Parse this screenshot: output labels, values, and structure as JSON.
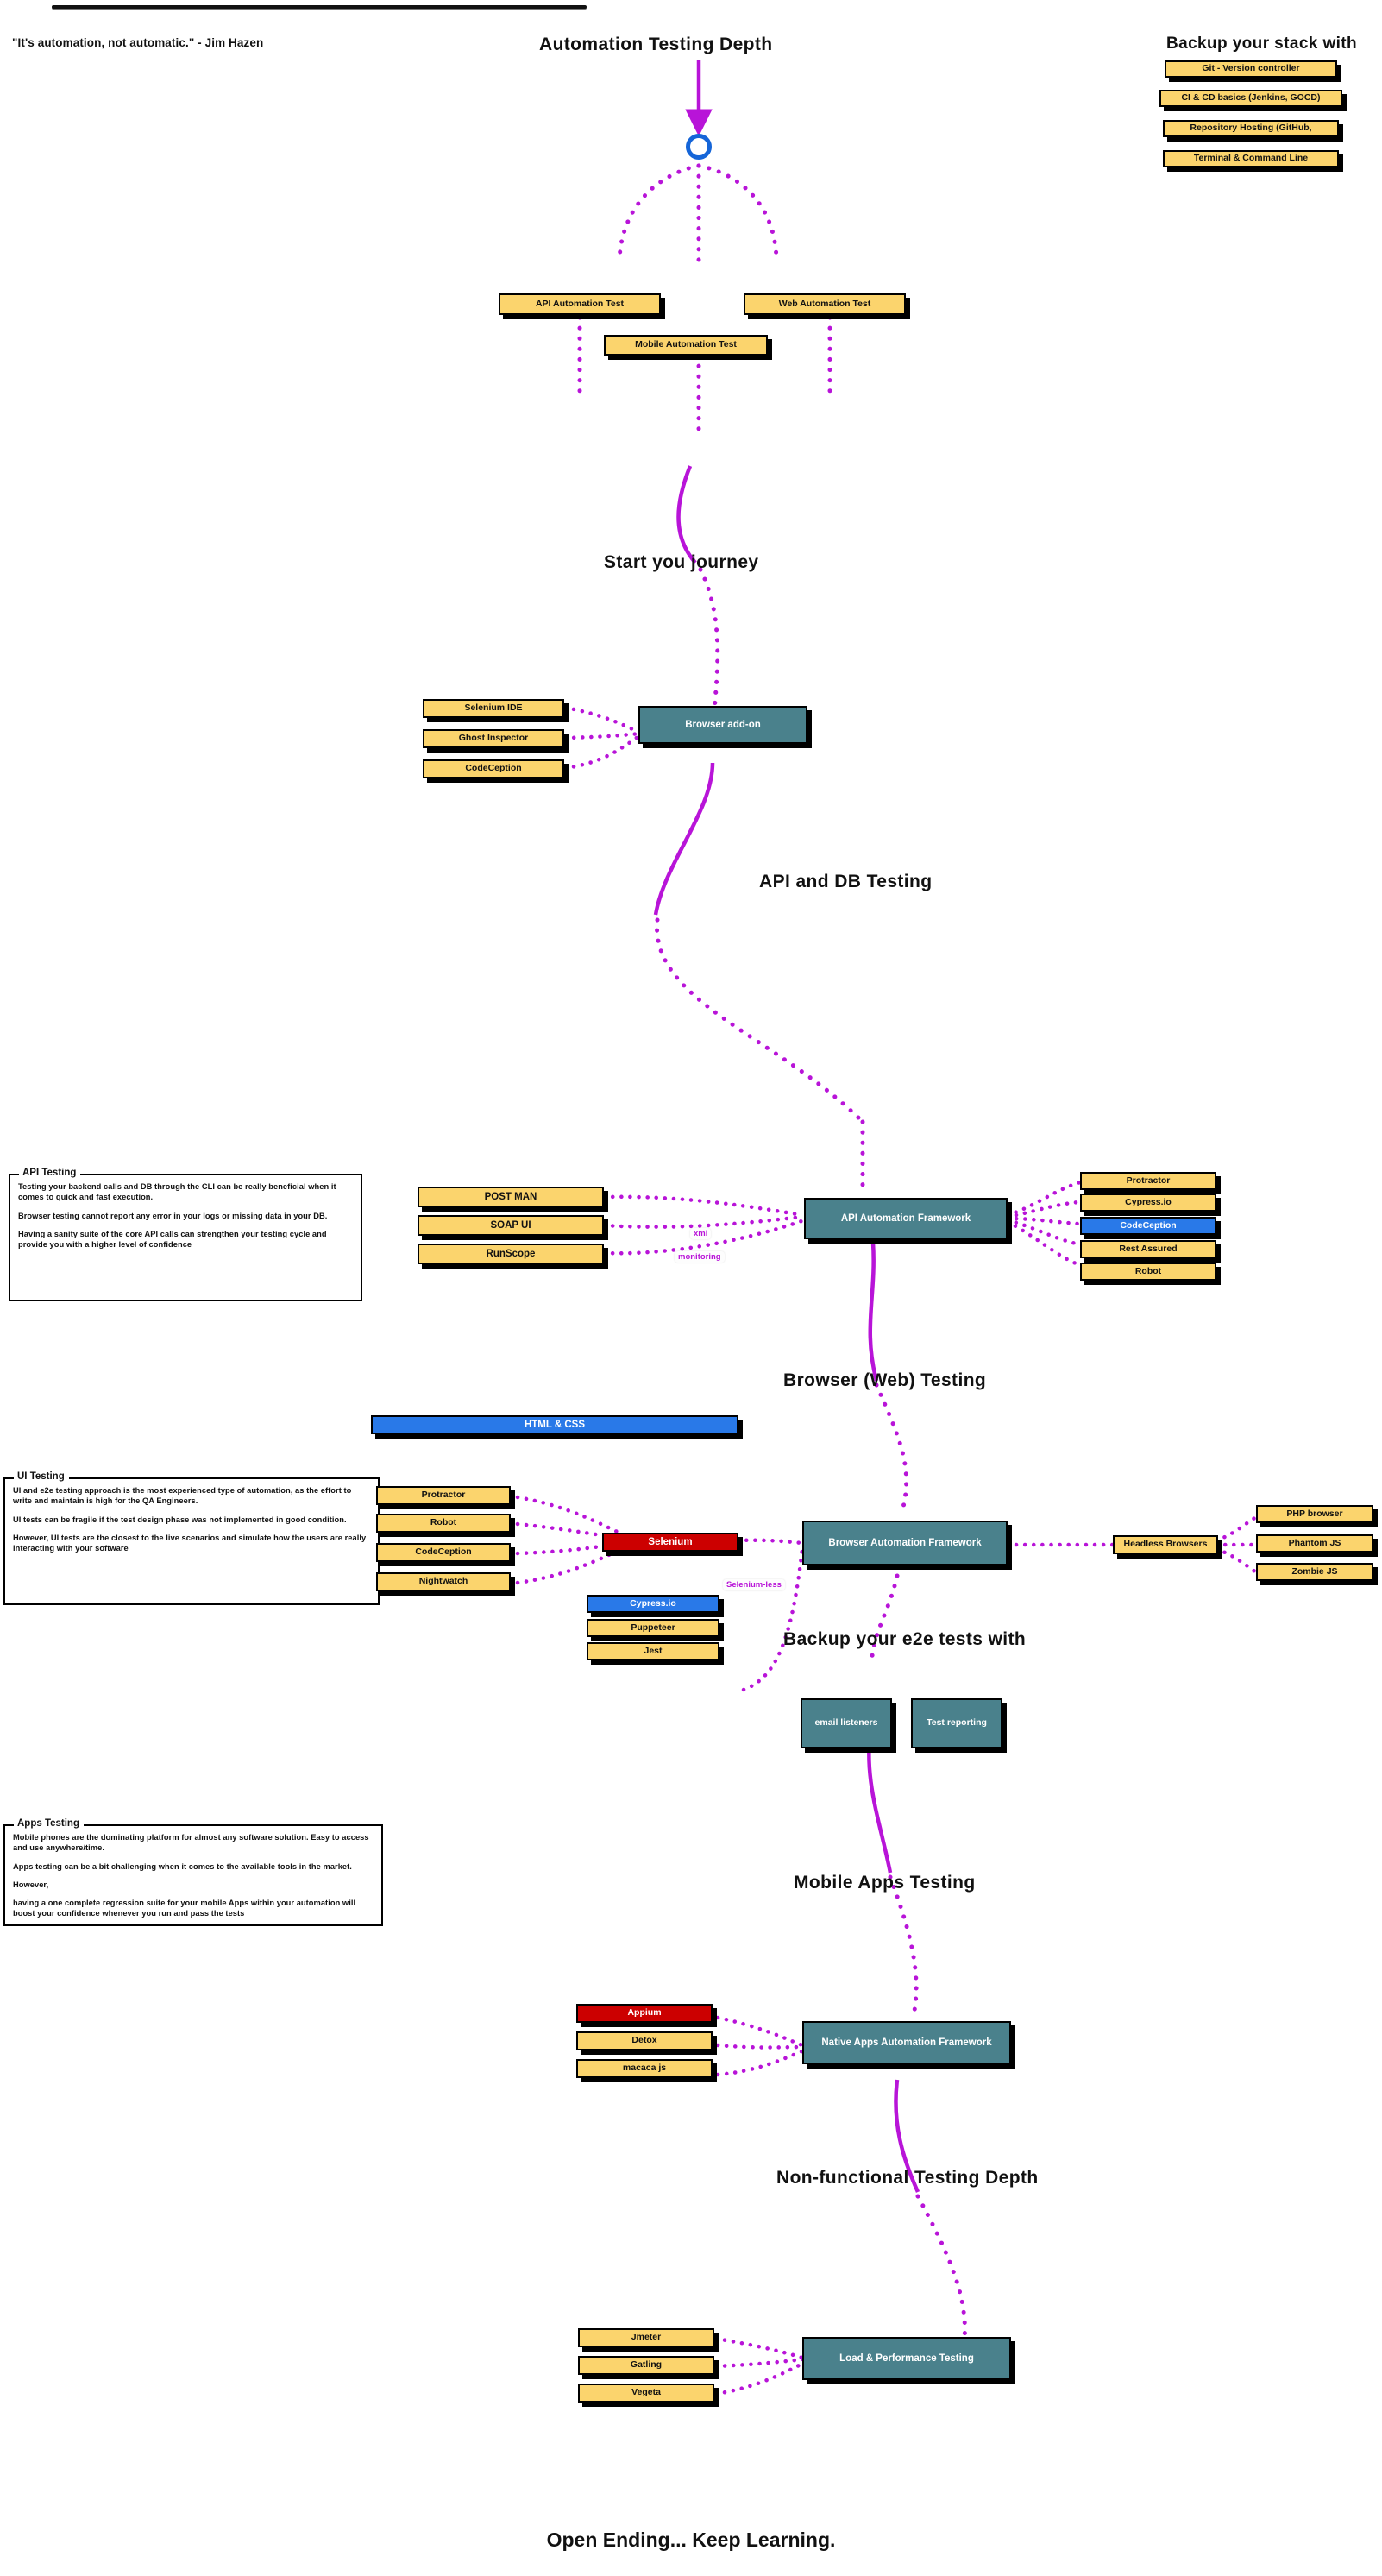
{
  "quote": "\"It's automation, not automatic.\" - Jim Hazen",
  "titles": {
    "depth": "Automation Testing Depth",
    "start": "Start you journey",
    "api_db": "API and DB Testing",
    "browser_web": "Browser (Web) Testing",
    "backup_e2e": "Backup your e2e tests with",
    "mobile_apps": "Mobile Apps Testing",
    "non_functional": "Non-functional Testing Depth",
    "footer": "Open Ending... Keep Learning."
  },
  "backup_stack": {
    "heading": "Backup your stack with",
    "items": [
      {
        "label": "Git - Version controller"
      },
      {
        "label": "CI & CD basics (Jenkins, GOCD)"
      },
      {
        "label": "Repository Hosting (GitHub,"
      },
      {
        "label": "Terminal & Command Line"
      }
    ]
  },
  "top_tests": [
    {
      "label": "API Automation Test"
    },
    {
      "label": "Web Automation Test"
    },
    {
      "label": "Mobile Automation Test"
    }
  ],
  "start_journey": {
    "hub": "Browser add-on",
    "tools": [
      {
        "label": "Selenium IDE"
      },
      {
        "label": "Ghost Inspector"
      },
      {
        "label": "CodeCeption"
      }
    ]
  },
  "api_testing": {
    "legend": "API Testing",
    "paragraphs": [
      "Testing your backend calls and DB through the CLI can be really beneficial when it comes to quick and fast execution.",
      "Browser testing cannot report any error in your logs or missing data in your DB.",
      "Having a sanity suite of the core API calls can strengthen your testing cycle and provide you with a higher level of confidence"
    ],
    "hub": "API Automation Framework",
    "left_tools": [
      {
        "label": "POST MAN"
      },
      {
        "label": "SOAP UI"
      },
      {
        "label": "RunScope"
      }
    ],
    "edge_labels": [
      {
        "label": "xml"
      },
      {
        "label": "monitoring"
      }
    ],
    "right_tools": [
      {
        "label": "Protractor",
        "color": "yellow"
      },
      {
        "label": "Cypress.io",
        "color": "yellow"
      },
      {
        "label": "CodeCeption",
        "color": "blue"
      },
      {
        "label": "Rest Assured",
        "color": "yellow"
      },
      {
        "label": "Robot",
        "color": "yellow"
      }
    ]
  },
  "ui_testing": {
    "legend": "UI Testing",
    "paragraphs": [
      "UI and e2e testing approach is the most experienced type of automation, as the effort to write and maintain is high for the QA Engineers.",
      "UI tests can be fragile if the test design phase was not implemented in good condition.",
      "However, UI tests are the closest to the live scenarios and simulate how the users are really interacting with your software"
    ],
    "html_css": "HTML & CSS",
    "hub": "Browser Automation Framework",
    "selenium": "Selenium",
    "selenium_less_label": "Selenium-less",
    "left_tools": [
      {
        "label": "Protractor",
        "color": "yellow"
      },
      {
        "label": "Robot",
        "color": "yellow"
      },
      {
        "label": "CodeCeption",
        "color": "yellow"
      },
      {
        "label": "Nightwatch",
        "color": "yellow"
      }
    ],
    "selenium_less_tools": [
      {
        "label": "Cypress.io",
        "color": "blue"
      },
      {
        "label": "Puppeteer",
        "color": "yellow"
      },
      {
        "label": "Jest",
        "color": "yellow"
      }
    ],
    "headless": "Headless Browsers",
    "headless_tools": [
      {
        "label": "PHP browser"
      },
      {
        "label": "Phantom JS"
      },
      {
        "label": "Zombie JS"
      }
    ]
  },
  "e2e_backup": [
    {
      "label": "email listeners"
    },
    {
      "label": "Test reporting"
    }
  ],
  "apps_testing": {
    "legend": "Apps Testing",
    "paragraphs": [
      "Mobile phones are the dominating platform for almost any software solution. Easy to access and use anywhere/time.",
      "Apps testing can be a bit challenging when it comes to the available tools in the market.",
      "However,",
      "having a one complete regression suite for your mobile Apps within your automation will boost your confidence whenever you run and pass the tests"
    ],
    "hub": "Native Apps Automation Framework",
    "tools": [
      {
        "label": "Appium",
        "color": "red"
      },
      {
        "label": "Detox",
        "color": "yellow"
      },
      {
        "label": "macaca js",
        "color": "yellow"
      }
    ]
  },
  "non_functional": {
    "hub": "Load & Performance Testing",
    "tools": [
      {
        "label": "Jmeter"
      },
      {
        "label": "Gatling"
      },
      {
        "label": "Vegeta"
      }
    ]
  },
  "colors": {
    "yellow": "#fbd46d",
    "blue": "#2979e8",
    "red": "#cc0000",
    "teal": "#4a818c",
    "wire": "#b814d8",
    "circle": "#1565d8"
  }
}
